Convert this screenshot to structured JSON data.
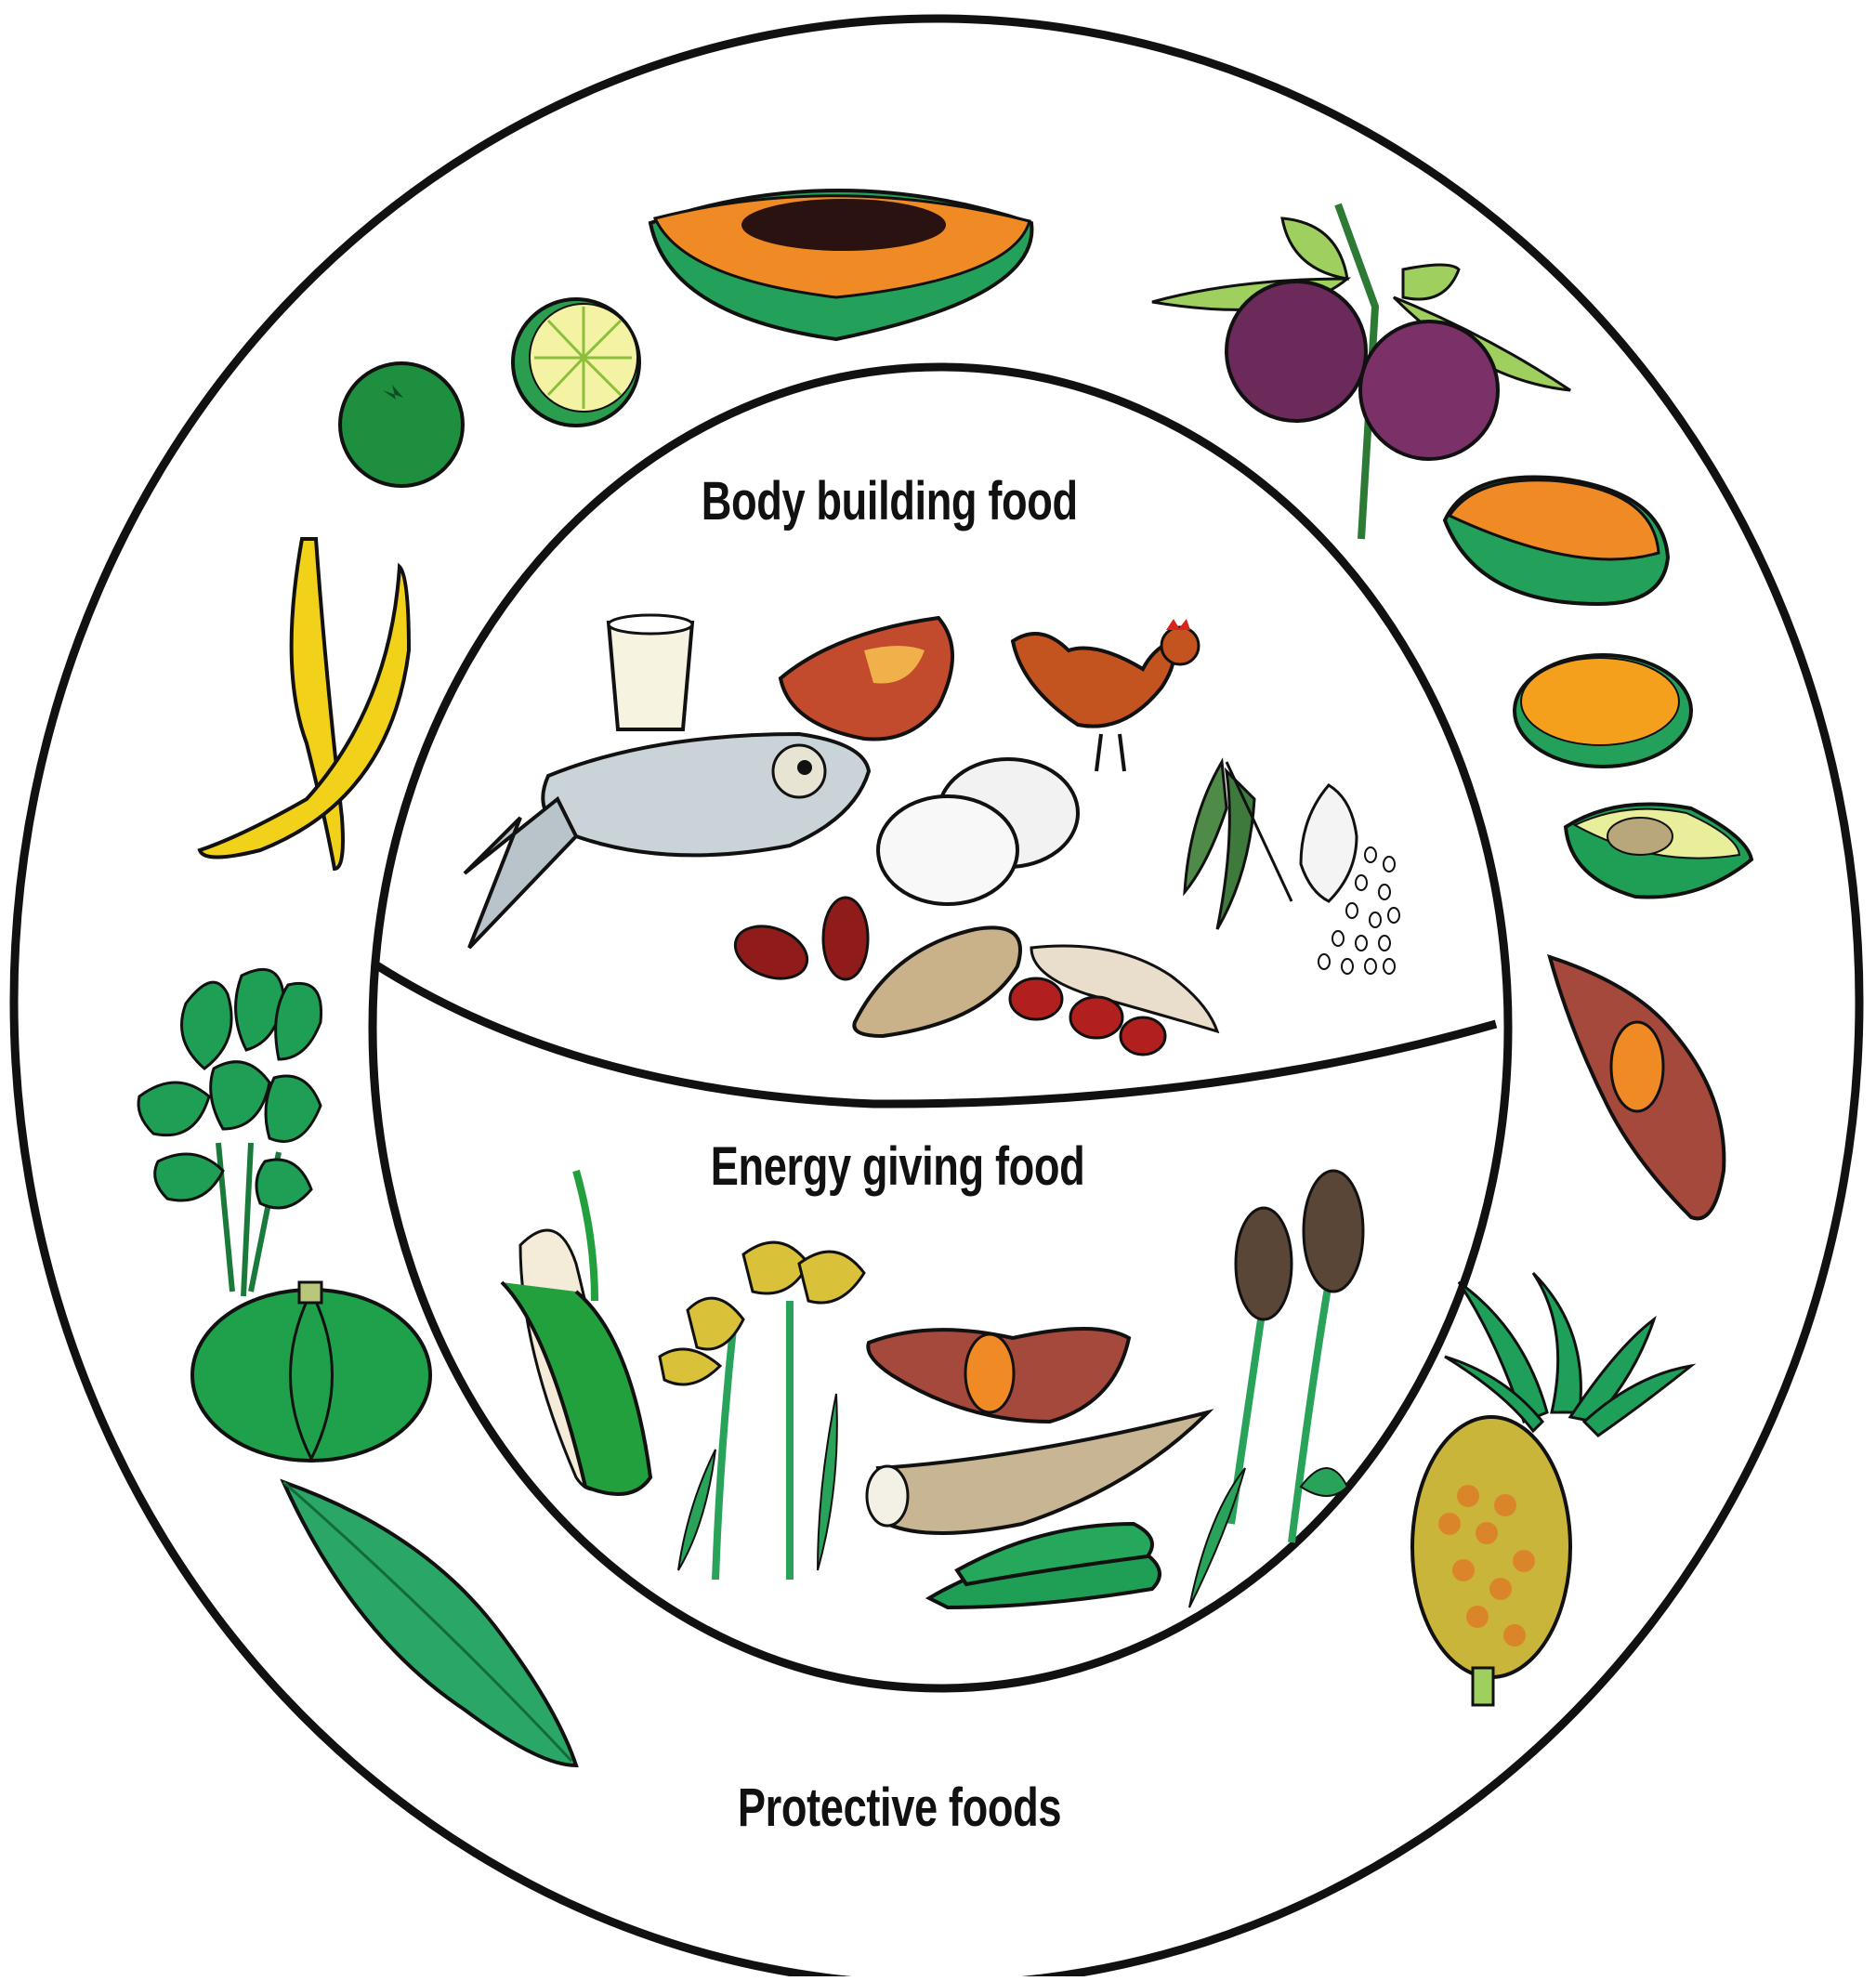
{
  "diagram": {
    "rings": [
      {
        "id": "body-building",
        "label": "Body building food"
      },
      {
        "id": "energy-giving",
        "label": "Energy giving food"
      },
      {
        "id": "protective",
        "label": "Protective foods"
      }
    ]
  },
  "icons": {
    "protective": [
      "papaya-icon",
      "lime-icon",
      "orange-icon",
      "banana-icon",
      "plum-icon",
      "mango-icon",
      "mango-slice-icon",
      "avocado-icon",
      "sweet-potato-icon",
      "pineapple-icon",
      "spinach-icon",
      "pumpkin-icon",
      "green-leaf-icon"
    ],
    "body_building": [
      "milk-glass-icon",
      "meat-icon",
      "rooster-icon",
      "fish-icon",
      "eggs-icon",
      "kidney-beans-icon",
      "groundnut-icon",
      "bean-pod-icon",
      "green-beans-icon",
      "seeds-icon"
    ],
    "energy_giving": [
      "maize-icon",
      "millet-plant-icon",
      "sweet-potato-icon",
      "cassava-icon",
      "green-plantain-icon",
      "sorghum-icon"
    ]
  },
  "colors": {
    "outline": "#111111",
    "green": "#1f9e55",
    "dark_green": "#136b3a",
    "orange": "#f08a24",
    "yellow": "#f2d11a",
    "purple": "#6b2a5a",
    "brown": "#a0522d"
  }
}
